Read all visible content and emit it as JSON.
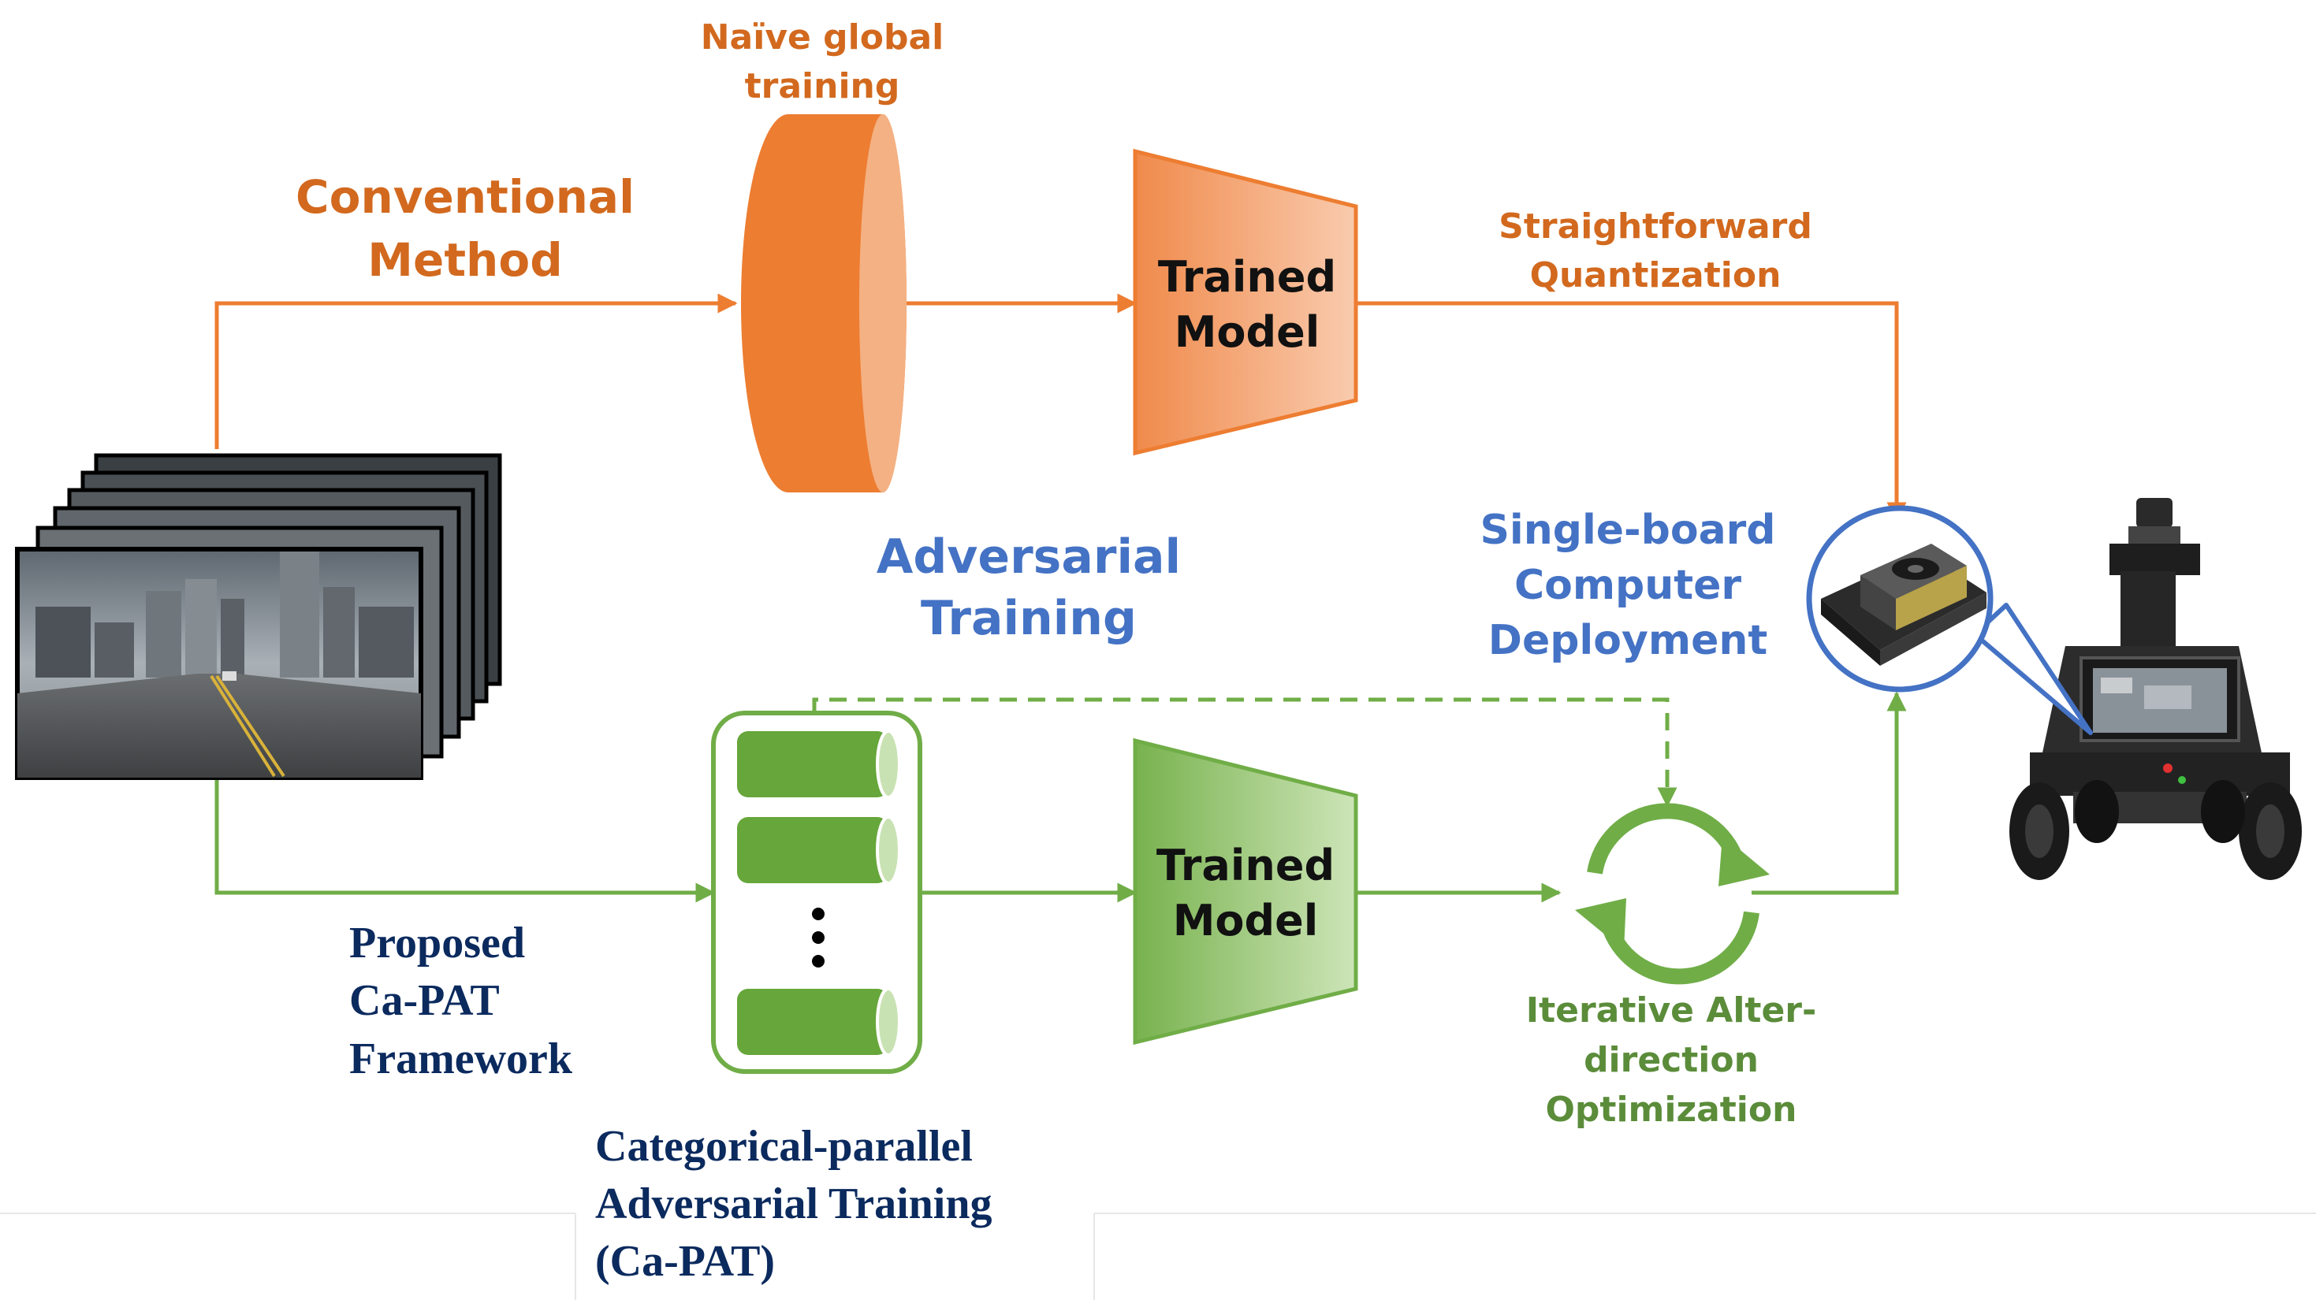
{
  "colors": {
    "orange": "#ED7D31",
    "orange_text": "#D2691E",
    "orange_light": "#F4B183",
    "green": "#70AD47",
    "green_text": "#5B8C3A",
    "blue_text": "#4472C4",
    "navy_text": "#0B2A5E",
    "model_green_light": "#C9E2B3",
    "model_orange_light": "#F8CBAD"
  },
  "conventional": {
    "title_line1": "Conventional",
    "title_line2": "Method",
    "training_line1": "Naïve global",
    "training_line2": "training",
    "quant_line1": "Straightforward",
    "quant_line2": "Quantization"
  },
  "models": {
    "top_line1": "Trained",
    "top_line2": "Model",
    "bottom_line1": "Trained",
    "bottom_line2": "Model"
  },
  "adversarial": {
    "line1": "Adversarial",
    "line2": "Training"
  },
  "deployment": {
    "line1": "Single-board",
    "line2": "Computer",
    "line3": "Deployment"
  },
  "proposed": {
    "line1": "Proposed",
    "line2": "Ca-PAT",
    "line3": "Framework"
  },
  "capat": {
    "line1": "Categorical-parallel",
    "line2": "Adversarial Training",
    "line3": "(Ca-PAT)"
  },
  "iterative": {
    "line1": "Iterative Alter-",
    "line2": "direction",
    "line3": "Optimization"
  },
  "icons": [
    "city-driving-images-icon",
    "disk-icon",
    "cylinder-icon",
    "refresh-cycle-icon",
    "single-board-computer-icon",
    "robot-car-icon"
  ]
}
